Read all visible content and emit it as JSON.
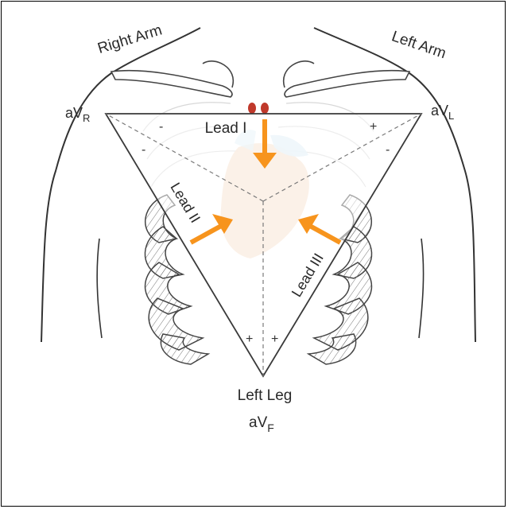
{
  "labels": {
    "right_arm": "Right Arm",
    "left_arm": "Left Arm",
    "avr": {
      "main": "aV",
      "sub": "R"
    },
    "avl": {
      "main": "aV",
      "sub": "L"
    },
    "avf": {
      "main": "aV",
      "sub": "F"
    },
    "left_leg": "Left Leg",
    "lead_1": "Lead I",
    "lead_2": "Lead II",
    "lead_3": "Lead III"
  },
  "signs": {
    "lead1_neg": "-",
    "lead1_pos": "+",
    "lead2_neg": "-",
    "lead3_neg": "-",
    "lead2_pos": "+",
    "lead3_pos": "+"
  },
  "colors": {
    "arrow": "#f7941d",
    "outline": "#3a3a3a",
    "heart": "#f6d9c4",
    "vessel": "#d9ecf5",
    "trachea_red": "#c0392b"
  }
}
